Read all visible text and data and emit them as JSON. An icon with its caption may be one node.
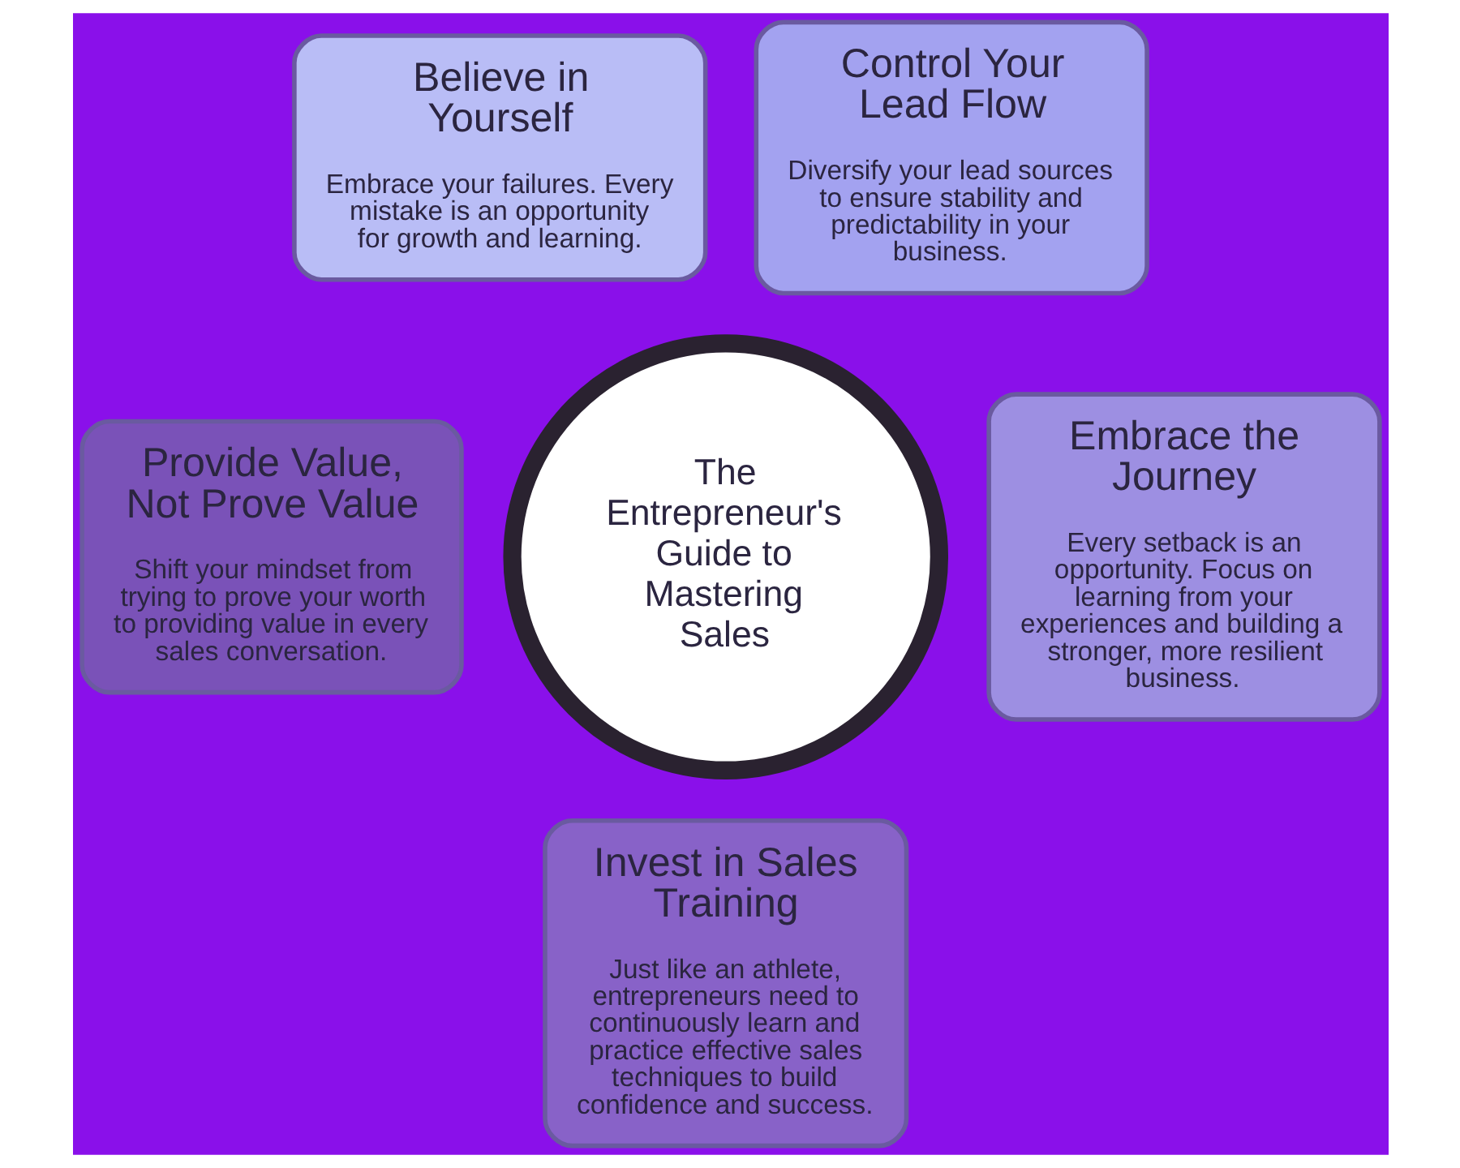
{
  "diagram": {
    "nodes": [
      {
        "text": [
          "Believe in Yourself",
          "Embrace your failures. Every mistake is an opportunity for growth and learning."
        ]
      },
      {
        "text": [
          "Control Your Lead Flow",
          "Diversify your lead sources to ensure stability and predictability in your business."
        ]
      },
      {
        "text": [
          "Provide Value, Not Prove Value",
          "Shift your mindset from trying to prove your worth to providing value in every sales conversation."
        ]
      },
      {
        "text": [
          "The Entrepreneur's Guide to Mastering Sales"
        ]
      },
      {
        "text": [
          "Embrace the Journey",
          "Every setback is an opportunity. Focus on learning from your experiences and building a stronger, more resilient business."
        ]
      },
      {
        "text": [
          "Invest in Sales Training",
          "Just like an athlete, entrepreneurs need to continuously learn and practice effective sales techniques to build confidence and success."
        ]
      }
    ]
  }
}
